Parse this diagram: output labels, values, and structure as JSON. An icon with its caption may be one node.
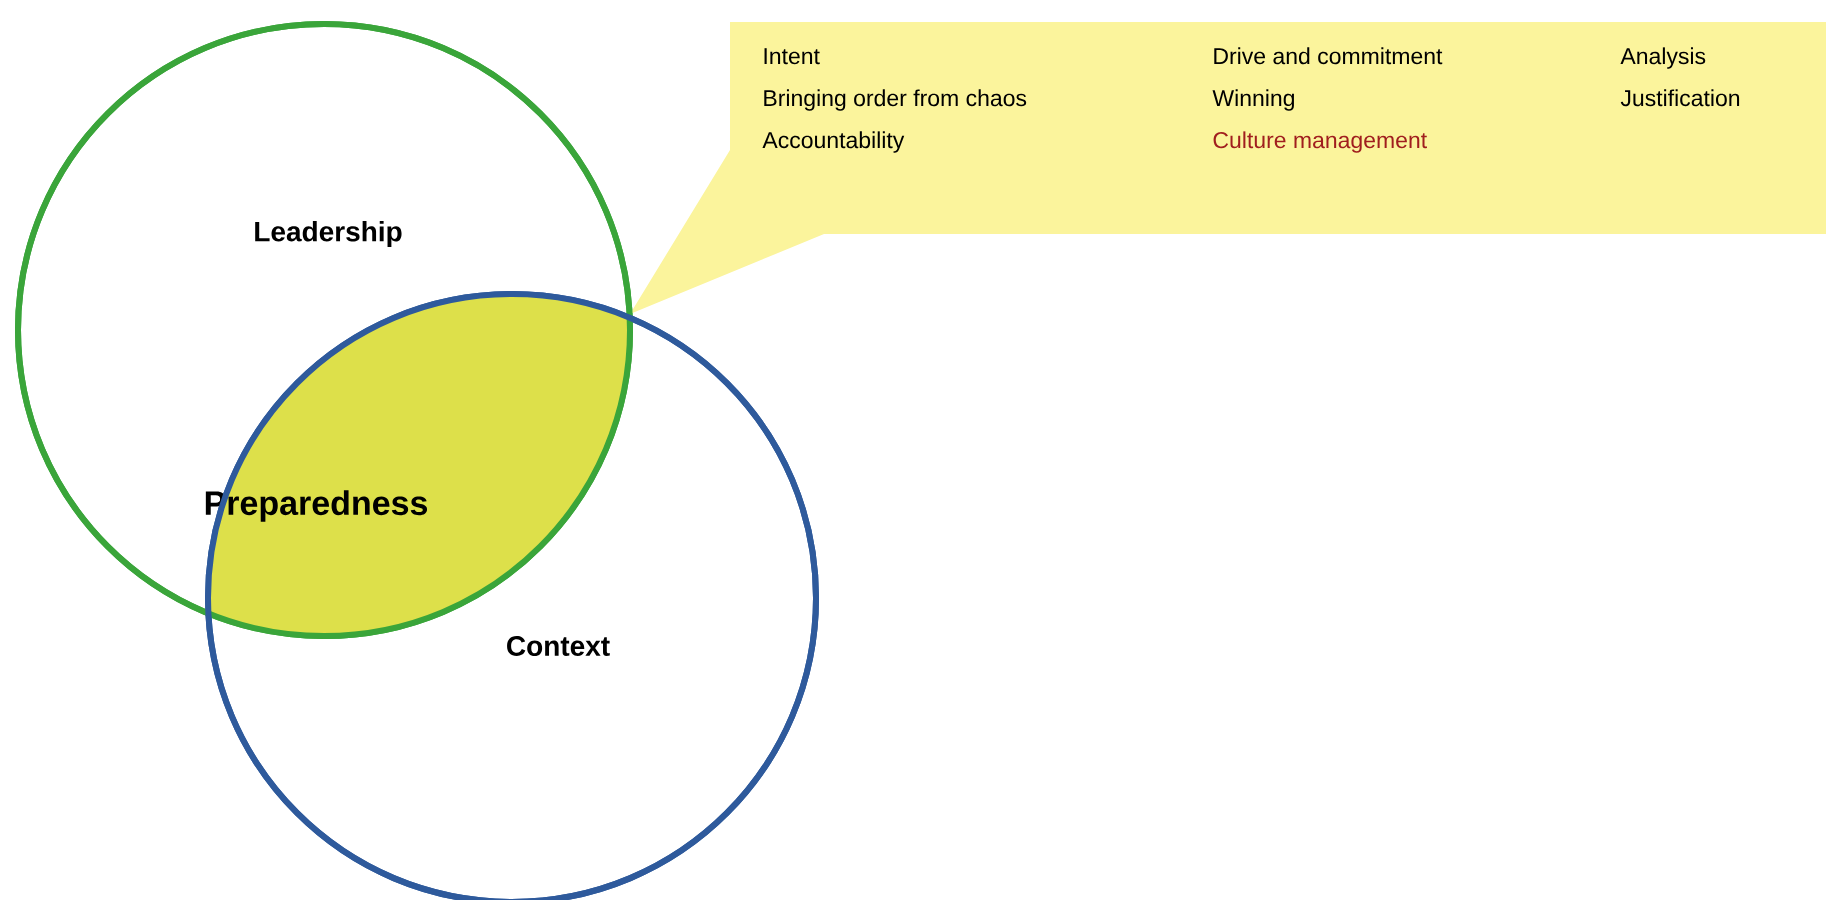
{
  "diagram": {
    "nodes": [
      {
        "text": [
          "Leadership"
        ]
      },
      {
        "text": [
          "Context"
        ]
      },
      {
        "text": [
          "Preparedness"
        ]
      },
      {
        "text": [
          "Intent",
          "Bringing order from chaos",
          "Accountability",
          "Drive and commitment",
          "Winning",
          "Culture management",
          "Analysis",
          "Justification"
        ]
      }
    ]
  }
}
